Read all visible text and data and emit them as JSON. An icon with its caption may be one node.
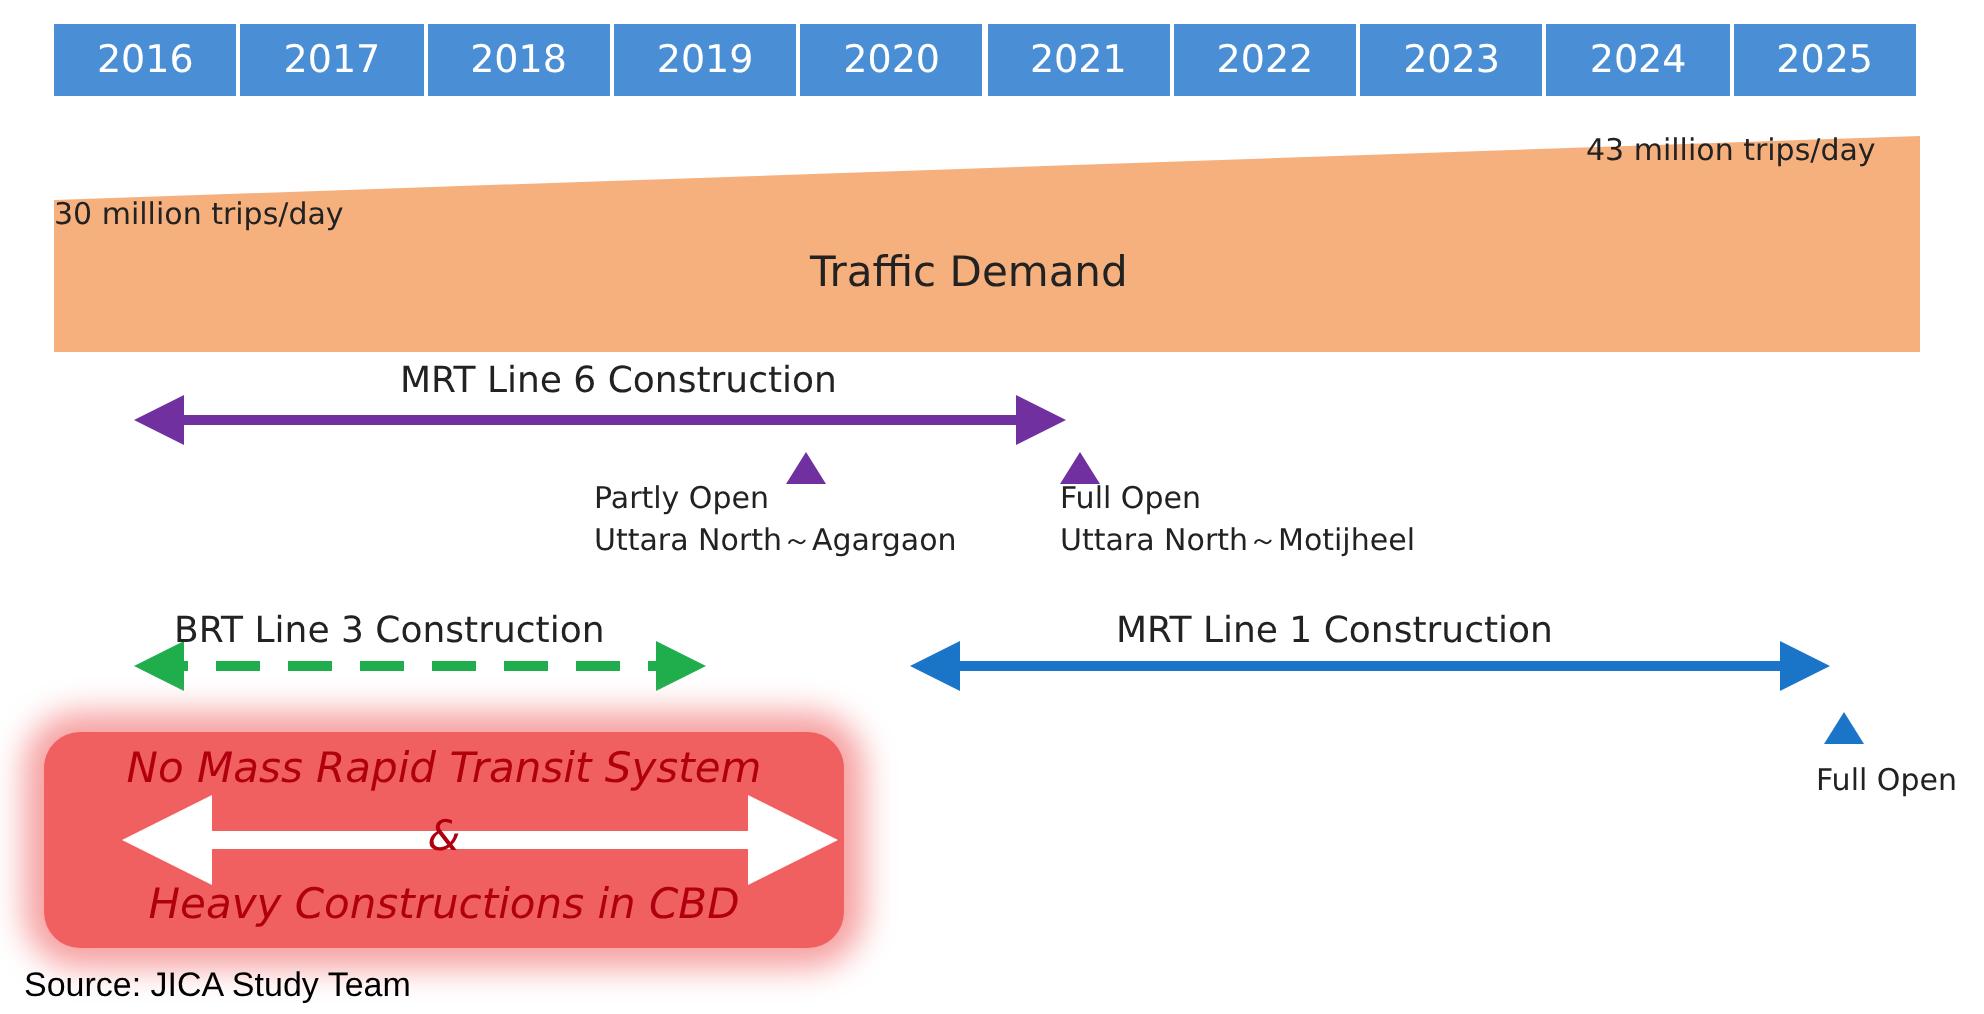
{
  "diagram": {
    "caption": "Source: JICA Study Team",
    "nodes": [
      {
        "text": [
          "43 million trips/day",
          "30 million trips/day",
          "Traffic Demand"
        ]
      },
      {
        "text": [
          "MRT Line 6 Construction"
        ]
      },
      {
        "text": [
          "Partly Open",
          "Uttara North～Agargaon"
        ]
      },
      {
        "text": [
          "Full Open",
          "Uttara North～Motijheel"
        ]
      },
      {
        "text": [
          "BRT Line 3 Construction"
        ]
      },
      {
        "text": [
          "MRT Line 1 Construction"
        ]
      },
      {
        "text": [
          "Full Open"
        ]
      },
      {
        "text": [
          "No Mass Rapid Transit System",
          "&",
          "Heavy Constructions in CBD"
        ]
      }
    ],
    "labels": [
      "2016",
      "2017",
      "2018",
      "2019",
      "2020",
      "2021",
      "2022",
      "2023",
      "2024",
      "2025"
    ]
  }
}
